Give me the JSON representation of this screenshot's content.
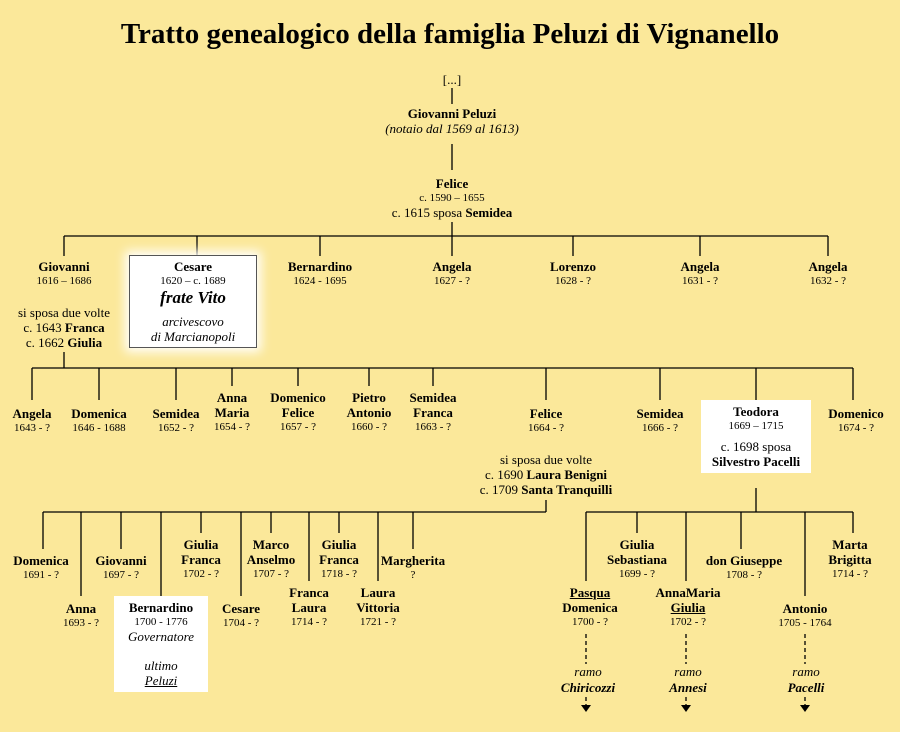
{
  "title": "Tratto genealogico della famiglia Peluzi di Vignanello",
  "top": {
    "ellipsis": "[...]",
    "giovanni": {
      "name": "Giovanni Peluzi",
      "role": "(notaio dal 1569 al 1613)"
    },
    "felice": {
      "name": "Felice",
      "dates": "c. 1590 – 1655",
      "marriage_prefix": "c. 1615 sposa ",
      "spouse": "Semidea"
    }
  },
  "gen2": {
    "giovanni": {
      "name": "Giovanni",
      "dates": "1616 – 1686"
    },
    "cesare": {
      "name": "Cesare",
      "dates": "1620 – c. 1689",
      "title": "frate Vito",
      "role1": "arcivescovo",
      "role2": "di Marcianopoli"
    },
    "bernardino": {
      "name": "Bernardino",
      "dates": "1624 - 1695"
    },
    "angela1": {
      "name": "Angela",
      "dates": "1627 - ?"
    },
    "lorenzo": {
      "name": "Lorenzo",
      "dates": "1628 - ?"
    },
    "angela2": {
      "name": "Angela",
      "dates": "1631 - ?"
    },
    "angela3": {
      "name": "Angela",
      "dates": "1632 - ?"
    },
    "giovanni_marriages": {
      "line1": "si sposa due volte",
      "line2_prefix": "c. 1643 ",
      "spouse1": "Franca",
      "line3_prefix": "c. 1662 ",
      "spouse2": "Giulia"
    }
  },
  "gen3": {
    "angela": {
      "name": "Angela",
      "dates": "1643 - ?"
    },
    "domenica": {
      "name": "Domenica",
      "dates": "1646 - 1688"
    },
    "semidea": {
      "name": "Semidea",
      "dates": "1652 - ?"
    },
    "anna_maria": {
      "name1": "Anna",
      "name2": "Maria",
      "dates": "1654 - ?"
    },
    "domenico_felice": {
      "name1": "Domenico",
      "name2": "Felice",
      "dates": "1657 - ?"
    },
    "pietro_antonio": {
      "name1": "Pietro",
      "name2": "Antonio",
      "dates": "1660 - ?"
    },
    "semidea_franca": {
      "name1": "Semidea",
      "name2": "Franca",
      "dates": "1663 - ?"
    },
    "felice": {
      "name": "Felice",
      "dates": "1664 - ?"
    },
    "semidea2": {
      "name": "Semidea",
      "dates": "1666 - ?"
    },
    "teodora": {
      "name": "Teodora",
      "dates": "1669 – 1715",
      "marriage": "c. 1698 sposa",
      "spouse": "Silvestro Pacelli"
    },
    "domenico": {
      "name": "Domenico",
      "dates": "1674 - ?"
    },
    "felice_marriages": {
      "line1": "si sposa due volte",
      "line2_prefix": "c. 1690 ",
      "spouse1": "Laura Benigni",
      "line3_prefix": "c. 1709 ",
      "spouse2": "Santa Tranquilli"
    }
  },
  "gen4": {
    "domenica": {
      "name": "Domenica",
      "dates": "1691 - ?"
    },
    "anna": {
      "name": "Anna",
      "dates": "1693 - ?"
    },
    "giovanni": {
      "name": "Giovanni",
      "dates": "1697 - ?"
    },
    "bernardino": {
      "name": "Bernardino",
      "dates": "1700 - 1776",
      "role": "Governatore",
      "note1": "ultimo",
      "note2": "Peluzi"
    },
    "giulia_franca": {
      "name1": "Giulia",
      "name2": "Franca",
      "dates": "1702 - ?"
    },
    "cesare": {
      "name": "Cesare",
      "dates": "1704 - ?"
    },
    "marco_anselmo": {
      "name1": "Marco",
      "name2": "Anselmo",
      "dates": "1707 - ?"
    },
    "franca_laura": {
      "name1": "Franca",
      "name2": "Laura",
      "dates": "1714 - ?"
    },
    "giulia_franca2": {
      "name1": "Giulia",
      "name2": "Franca",
      "dates": "1718 - ?"
    },
    "laura_vittoria": {
      "name1": "Laura",
      "name2": "Vittoria",
      "dates": "1721 - ?"
    },
    "margherita": {
      "name": "Margherita",
      "dates": "?"
    },
    "pasqua_domenica": {
      "name1": "Pasqua",
      "name2": "Domenica",
      "dates": "1700 - ?"
    },
    "giulia_sebastiana": {
      "name1": "Giulia",
      "name2": "Sebastiana",
      "dates": "1699 - ?"
    },
    "annamaria_giulia": {
      "name1": "AnnaMaria",
      "name2": "Giulia",
      "dates": "1702 - ?"
    },
    "don_giuseppe": {
      "name": "don Giuseppe",
      "dates": "1708 - ?"
    },
    "antonio": {
      "name": "Antonio",
      "dates": "1705 - 1764"
    },
    "marta_brigitta": {
      "name1": "Marta",
      "name2": "Brigitta",
      "dates": "1714 - ?"
    }
  },
  "branches": {
    "ramo": "ramo",
    "chiricozzi": "Chiricozzi",
    "annesi": "Annesi",
    "pacelli": "Pacelli"
  }
}
